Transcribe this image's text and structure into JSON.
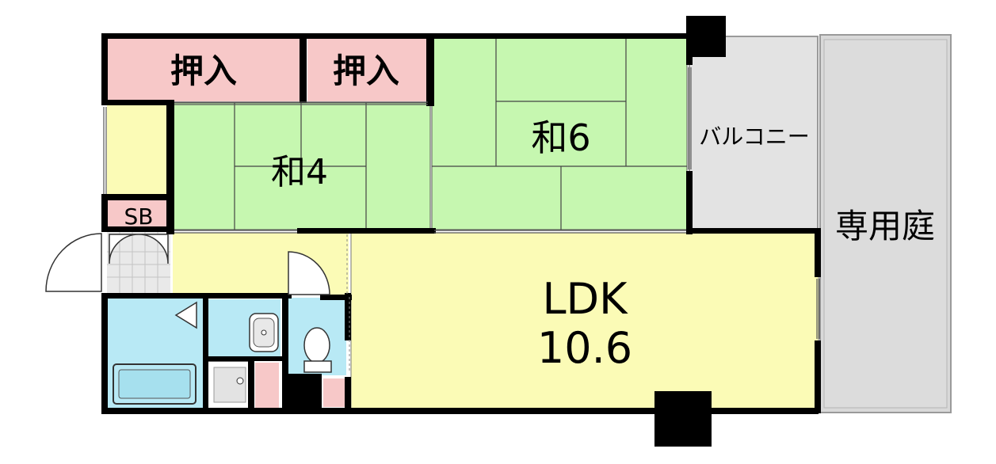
{
  "rooms": {
    "closet_left": "押入",
    "closet_right": "押入",
    "washitsu_4": "和4",
    "washitsu_6": "和6",
    "balcony": "バルコニー",
    "private_garden": "専用庭",
    "shoe_box": "SB",
    "ldk_name": "LDK",
    "ldk_size": "10.6"
  },
  "colors": {
    "wall": "#000000",
    "tatami": "#c6f7b0",
    "closet": "#f7c8c8",
    "flooring": "#fbfbb6",
    "wet_area": "#b8e9f5",
    "balcony": "#e3e3e3",
    "garden": "#d9d9d9",
    "entry_tile": "#e9e9e9"
  }
}
